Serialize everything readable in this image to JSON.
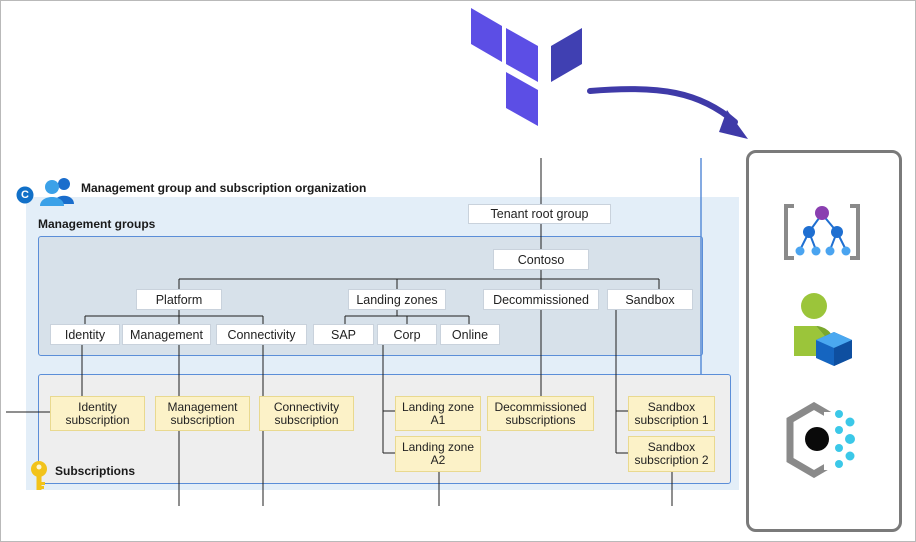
{
  "title": "Management group and subscription organization",
  "section_mg": "Management groups",
  "section_subs": "Subscriptions",
  "badge_letter": "C",
  "nodes": {
    "tenant_root": "Tenant root group",
    "contoso": "Contoso",
    "platform": "Platform",
    "landing_zones": "Landing zones",
    "decommissioned": "Decommissioned",
    "sandbox": "Sandbox",
    "identity": "Identity",
    "management": "Management",
    "connectivity": "Connectivity",
    "sap": "SAP",
    "corp": "Corp",
    "online": "Online"
  },
  "subscriptions": {
    "identity": "Identity\nsubscription",
    "management": "Management\nsubscription",
    "connectivity": "Connectivity\nsubscription",
    "lz_a1": "Landing zone\nA1",
    "lz_a2": "Landing zone\nA2",
    "decommissioned": "Decommissioned\nsubscriptions",
    "sandbox1": "Sandbox\nsubscription 1",
    "sandbox2": "Sandbox\nsubscription 2"
  },
  "icons": {
    "tool_logo": "terraform-logo-icon",
    "mg_icon": "management-groups-icon",
    "user_icon": "user-resource-icon",
    "cluster_icon": "cluster-icon",
    "key_icon": "key-icon",
    "users_icon": "users-icon"
  },
  "colors": {
    "terraform_purple": "#5c4ee5",
    "arrow": "#3f3aa8",
    "panel_blue": "#e3eef8",
    "mg_fill": "#d7e1ea",
    "sub_fill": "#fcf2c8",
    "accent_border": "#5b8ed8"
  }
}
